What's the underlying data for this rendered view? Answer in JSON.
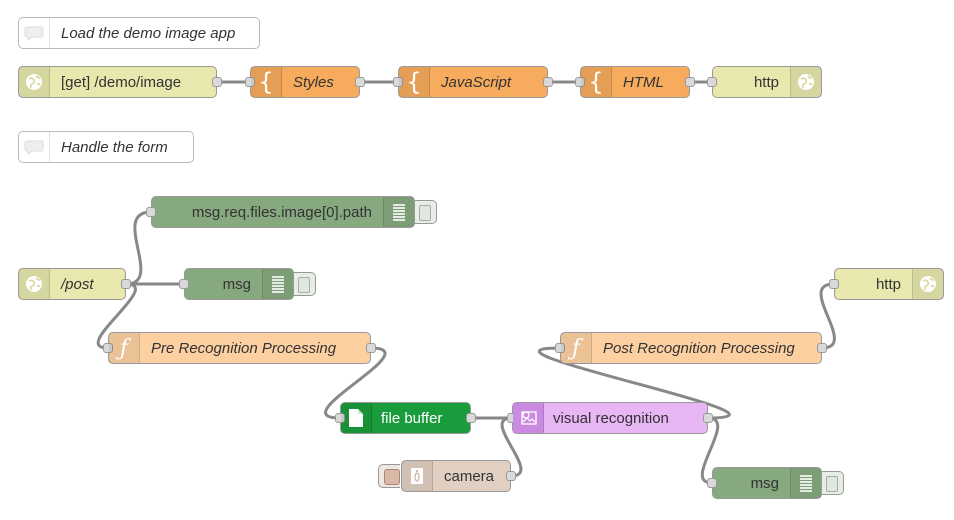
{
  "comments": {
    "load_demo": "Load the demo image app",
    "handle_form": "Handle the form"
  },
  "flow1": {
    "http_in": "[get] /demo/image",
    "styles": "Styles",
    "javascript": "JavaScript",
    "html": "HTML",
    "http_out": "http"
  },
  "flow2": {
    "post_in": "/post",
    "debug_path": "msg.req.files.image[0].path",
    "debug_msg": "msg",
    "pre_processing": "Pre Recognition Processing",
    "file_buffer": "file buffer",
    "visual_recognition": "visual recognition",
    "camera": "camera",
    "post_processing": "Post Recognition Processing",
    "http_out": "http",
    "debug_msg2": "msg"
  },
  "colors": {
    "http": "#e7e7ae",
    "template": "#f7ab5c",
    "function": "#fdd0a2",
    "debug": "#87a980",
    "file_buffer": "#1a9c3c",
    "visual_recognition": "#e8b6f5",
    "camera": "#e1cfc2",
    "wire": "#888888"
  },
  "icons": {
    "http": "globe-icon",
    "template": "brace-icon",
    "function": "function-icon",
    "debug": "list-icon",
    "file_buffer": "file-icon",
    "visual_recognition": "image-recognition-icon",
    "camera": "camera-icon",
    "comment": "speech-bubble-icon"
  }
}
